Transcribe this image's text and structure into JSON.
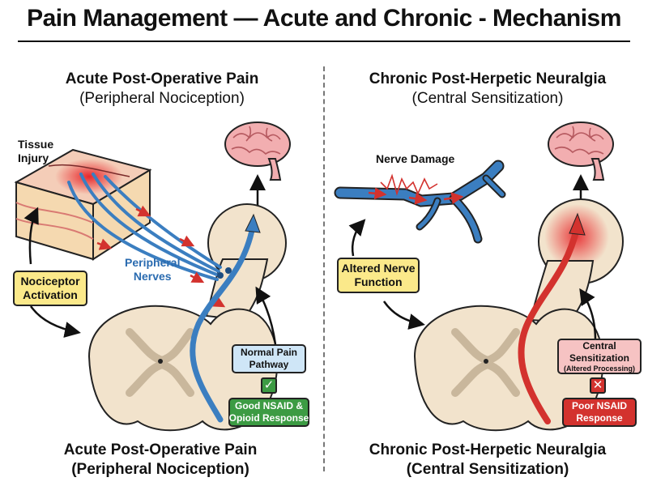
{
  "title": "Pain Management — Acute and Chronic - Mechanism",
  "left": {
    "heading_line1": "Acute Post-Operative Pain",
    "heading_line2": "(Peripheral Nociception)",
    "footer_line1": "Acute Post-Operative Pain",
    "footer_line2": "(Peripheral Nociception)",
    "tissue_injury": "Tissue\nInjury",
    "peripheral_nerves": "Peripheral\nNerves",
    "nociceptor_activation": "Nociceptor\nActivation",
    "normal_pain_pathway": "Normal Pain\nPathway",
    "response": "Good NSAID &\nOpioid Response"
  },
  "right": {
    "heading_line1": "Chronic Post-Herpetic Neuralgia",
    "heading_line2": "(Central Sensitization)",
    "footer_line1": "Chronic Post-Herpetic Neuralgia",
    "footer_line2": "(Central Sensitization)",
    "nerve_damage": "Nerve Damage",
    "altered_nerve_function": "Altered Nerve\nFunction",
    "central_sensitization": "Central\nSensitization",
    "altered_processing": "(Altered Processing)",
    "response": "Poor NSAID\nResponse"
  },
  "colors": {
    "accent_red": "#d3322e",
    "accent_blue": "#3b7ec0",
    "accent_green": "#3c9b43",
    "tissue_beige": "#f2e3cc"
  },
  "icons": {
    "good": "check-icon",
    "poor": "cross-icon"
  }
}
